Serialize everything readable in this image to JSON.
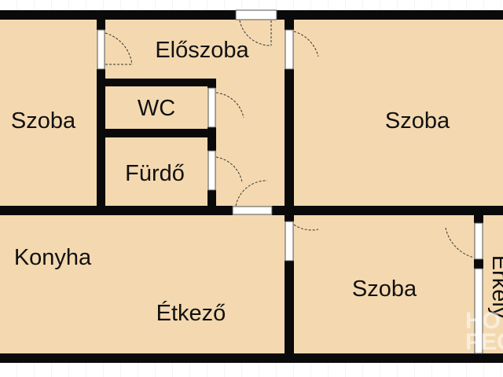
{
  "colors": {
    "room_fill": "#f4d9b0",
    "wall": "#0a0a0a",
    "background": "#ffffff",
    "grid": "#e6e6e6"
  },
  "rooms": [
    {
      "id": "szoba-left",
      "label": "Szoba"
    },
    {
      "id": "eloszoba",
      "label": "Előszoba"
    },
    {
      "id": "wc",
      "label": "WC"
    },
    {
      "id": "furdo",
      "label": "Fürdő"
    },
    {
      "id": "szoba-right",
      "label": "Szoba"
    },
    {
      "id": "konyha",
      "label": "Konyha"
    },
    {
      "id": "etkezo",
      "label": "Étkező"
    },
    {
      "id": "szoba-bottom",
      "label": "Szoba"
    },
    {
      "id": "erkely",
      "label": "Erkély"
    }
  ],
  "watermark": "HO PEC"
}
